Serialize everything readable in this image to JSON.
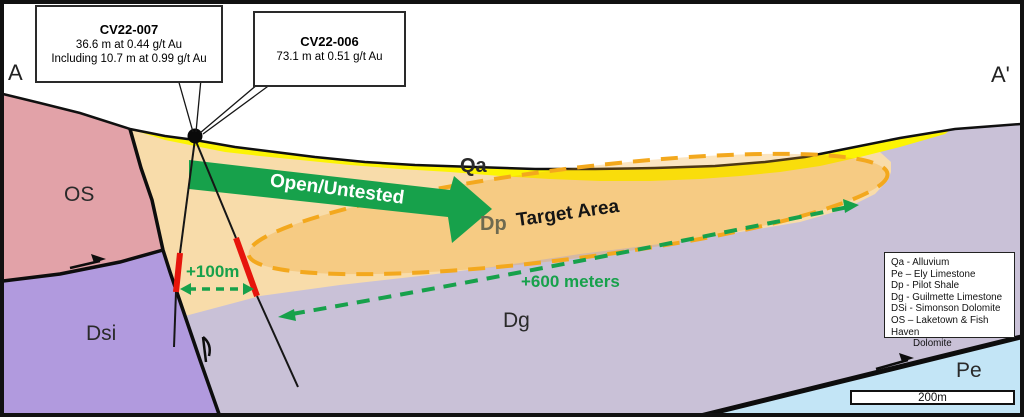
{
  "figure": {
    "marker_left": "A",
    "marker_right": "A'"
  },
  "callouts": [
    {
      "title": "CV22-007",
      "line1": "36.6 m at 0.44 g/t Au",
      "line2": "Including 10.7 m at 0.99 g/t Au"
    },
    {
      "title": "CV22-006",
      "line1": "73.1 m at 0.51 g/t Au"
    }
  ],
  "annotations": {
    "open_untested": "Open/Untested",
    "target_area": "Target Area",
    "offset_strike": "+100m",
    "offset_downdip": "+600 meters"
  },
  "map_labels": {
    "qa": "Qa",
    "dp": "Dp",
    "dg": "Dg",
    "pe": "Pe",
    "os": "OS",
    "dsi": "Dsi"
  },
  "legend": {
    "items": [
      "Qa - Alluvium",
      "Pe – Ely Limestone",
      "Dp - Pilot Shale",
      "Dg - Guilmette Limestone",
      "DSi - Simonson Dolomite",
      "OS – Laketown & Fish Haven",
      "Dolomite"
    ]
  },
  "scale_bar": {
    "label": "200m"
  },
  "colors": {
    "os": "#e2a2a8",
    "dsi": "#b19ade",
    "dg": "#c9c1d7",
    "pe": "#c3e5f6",
    "qa": "#fcf403",
    "dp": "#f8dcaa",
    "target_fill": "#f0a11f",
    "target_stroke": "#f3a81d",
    "green": "#17a14b",
    "red": "#e6150c"
  }
}
